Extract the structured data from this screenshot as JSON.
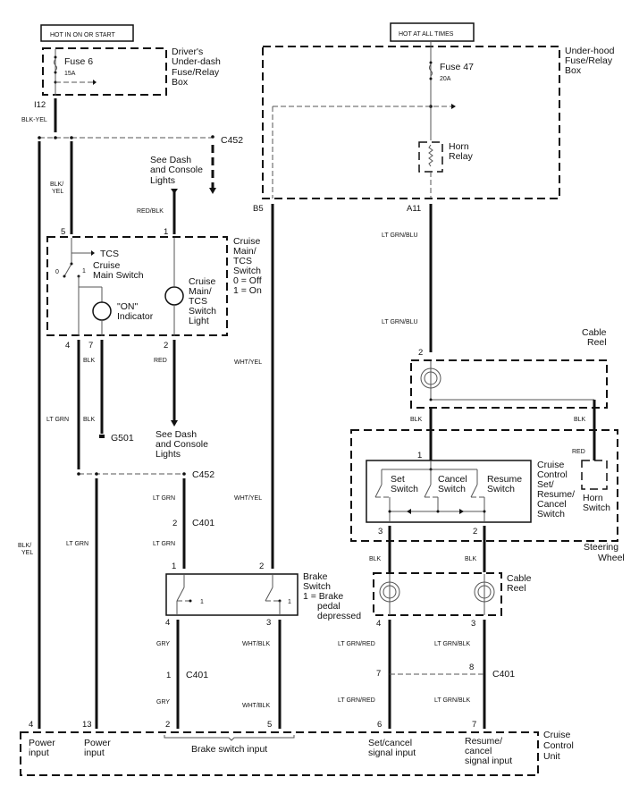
{
  "diagram": {
    "title_boxes": {
      "left": "HOT IN ON OR START",
      "right": "HOT AT ALL TIMES"
    },
    "components": {
      "underdash_box": [
        "Driver's",
        "Under-dash",
        "Fuse/Relay",
        "Box"
      ],
      "fuse6": "Fuse 6",
      "fuse6_rating": "15A",
      "underhood_box": [
        "Under-hood",
        "Fuse/Relay",
        "Box"
      ],
      "fuse47": "Fuse 47",
      "fuse47_rating": "20A",
      "horn_relay": [
        "Horn",
        "Relay"
      ],
      "see_dash_1": [
        "See Dash",
        "and Console",
        "Lights"
      ],
      "see_dash_2": [
        "See Dash",
        "and Console",
        "Lights"
      ],
      "cruise_main_switch_box": [
        "Cruise",
        "Main/",
        "TCS",
        "Switch",
        "0 = Off",
        "1 = On"
      ],
      "tcs": "TCS",
      "cruise_main_switch": [
        "Cruise",
        "Main Switch"
      ],
      "on_indicator": [
        "\"ON\"",
        "Indicator"
      ],
      "switch_light": [
        "Cruise",
        "Main/",
        "TCS",
        "Switch",
        "Light"
      ],
      "g501": "G501",
      "cable_reel_top": [
        "Cable",
        "Reel"
      ],
      "cruise_control_switch": [
        "Cruise",
        "Control",
        "Set/",
        "Resume/",
        "Cancel",
        "Switch"
      ],
      "set_switch": [
        "Set",
        "Switch"
      ],
      "cancel_switch": [
        "Cancel",
        "Switch"
      ],
      "resume_switch": [
        "Resume",
        "Switch"
      ],
      "horn_switch": [
        "Horn",
        "Switch"
      ],
      "steering_wheel": [
        "Steering",
        "Wheel"
      ],
      "brake_switch": [
        "Brake",
        "Switch",
        "1 = Brake",
        "pedal",
        "depressed"
      ],
      "cable_reel_bottom": [
        "Cable",
        "Reel"
      ],
      "cruise_control_unit": [
        "Cruise",
        "Control",
        "Unit"
      ],
      "unit_inputs": {
        "power1": [
          "Power",
          "input"
        ],
        "power2": [
          "Power",
          "input"
        ],
        "brake": "Brake switch input",
        "setcancel": [
          "Set/cancel",
          "signal input"
        ],
        "resume": [
          "Resume/",
          "cancel",
          "signal input"
        ]
      }
    },
    "connectors": {
      "i12": "I12",
      "c452_top": "C452",
      "c452_mid": "C452",
      "c401_a": "C401",
      "c401_b": "C401",
      "c401_c": "C401",
      "b5": "B5",
      "a11": "A11"
    },
    "wire_colors": {
      "blk_yel_top": "BLK-YEL",
      "blk_yel_2": [
        "BLK/",
        "YEL"
      ],
      "blk_yel_left": [
        "BLK/",
        "YEL"
      ],
      "red_blk": "RED/BLK",
      "blk_7": "BLK",
      "blk_g501": "BLK",
      "red_2": "RED",
      "lt_grn_4": "LT GRN",
      "lt_grn_left": "LT GRN",
      "lt_grn_c452": "LT GRN",
      "lt_grn_c401": "LT GRN",
      "wht_yel_1": "WHT/YEL",
      "wht_yel_2": "WHT/YEL",
      "gry_1": "GRY",
      "gry_2": "GRY",
      "wht_blk_1": "WHT/BLK",
      "wht_blk_2": "WHT/BLK",
      "lt_grn_blu_1": "LT GRN/BLU",
      "lt_grn_blu_2": "LT GRN/BLU",
      "blk_reel_l": "BLK",
      "blk_reel_r": "BLK",
      "red_horn": "RED",
      "blk_3": "BLK",
      "blk_2": "BLK",
      "lt_grn_red_1": "LT GRN/RED",
      "lt_grn_red_2": "LT GRN/RED",
      "lt_grn_blk_1": "LT GRN/BLK",
      "lt_grn_blk_2": "LT GRN/BLK"
    },
    "pins": {
      "cms_5": "5",
      "cms_1": "1",
      "cms_4": "4",
      "cms_7": "7",
      "cms_2": "2",
      "sw_0": "0",
      "sw_1": "1",
      "c401_2": "2",
      "bs_1": "1",
      "bs_2": "2",
      "bs_4": "4",
      "bs_3": "3",
      "bs_pos1a": "1",
      "bs_pos1b": "1",
      "c401_1": "1",
      "reel_2": "2",
      "ccs_1": "1",
      "ccs_3": "3",
      "ccs_2": "2",
      "reel_4": "4",
      "reel_3": "3",
      "c401_7": "7",
      "c401_8": "8",
      "u_4": "4",
      "u_13": "13",
      "u_2": "2",
      "u_5": "5",
      "u_6": "6",
      "u_7": "7"
    }
  }
}
